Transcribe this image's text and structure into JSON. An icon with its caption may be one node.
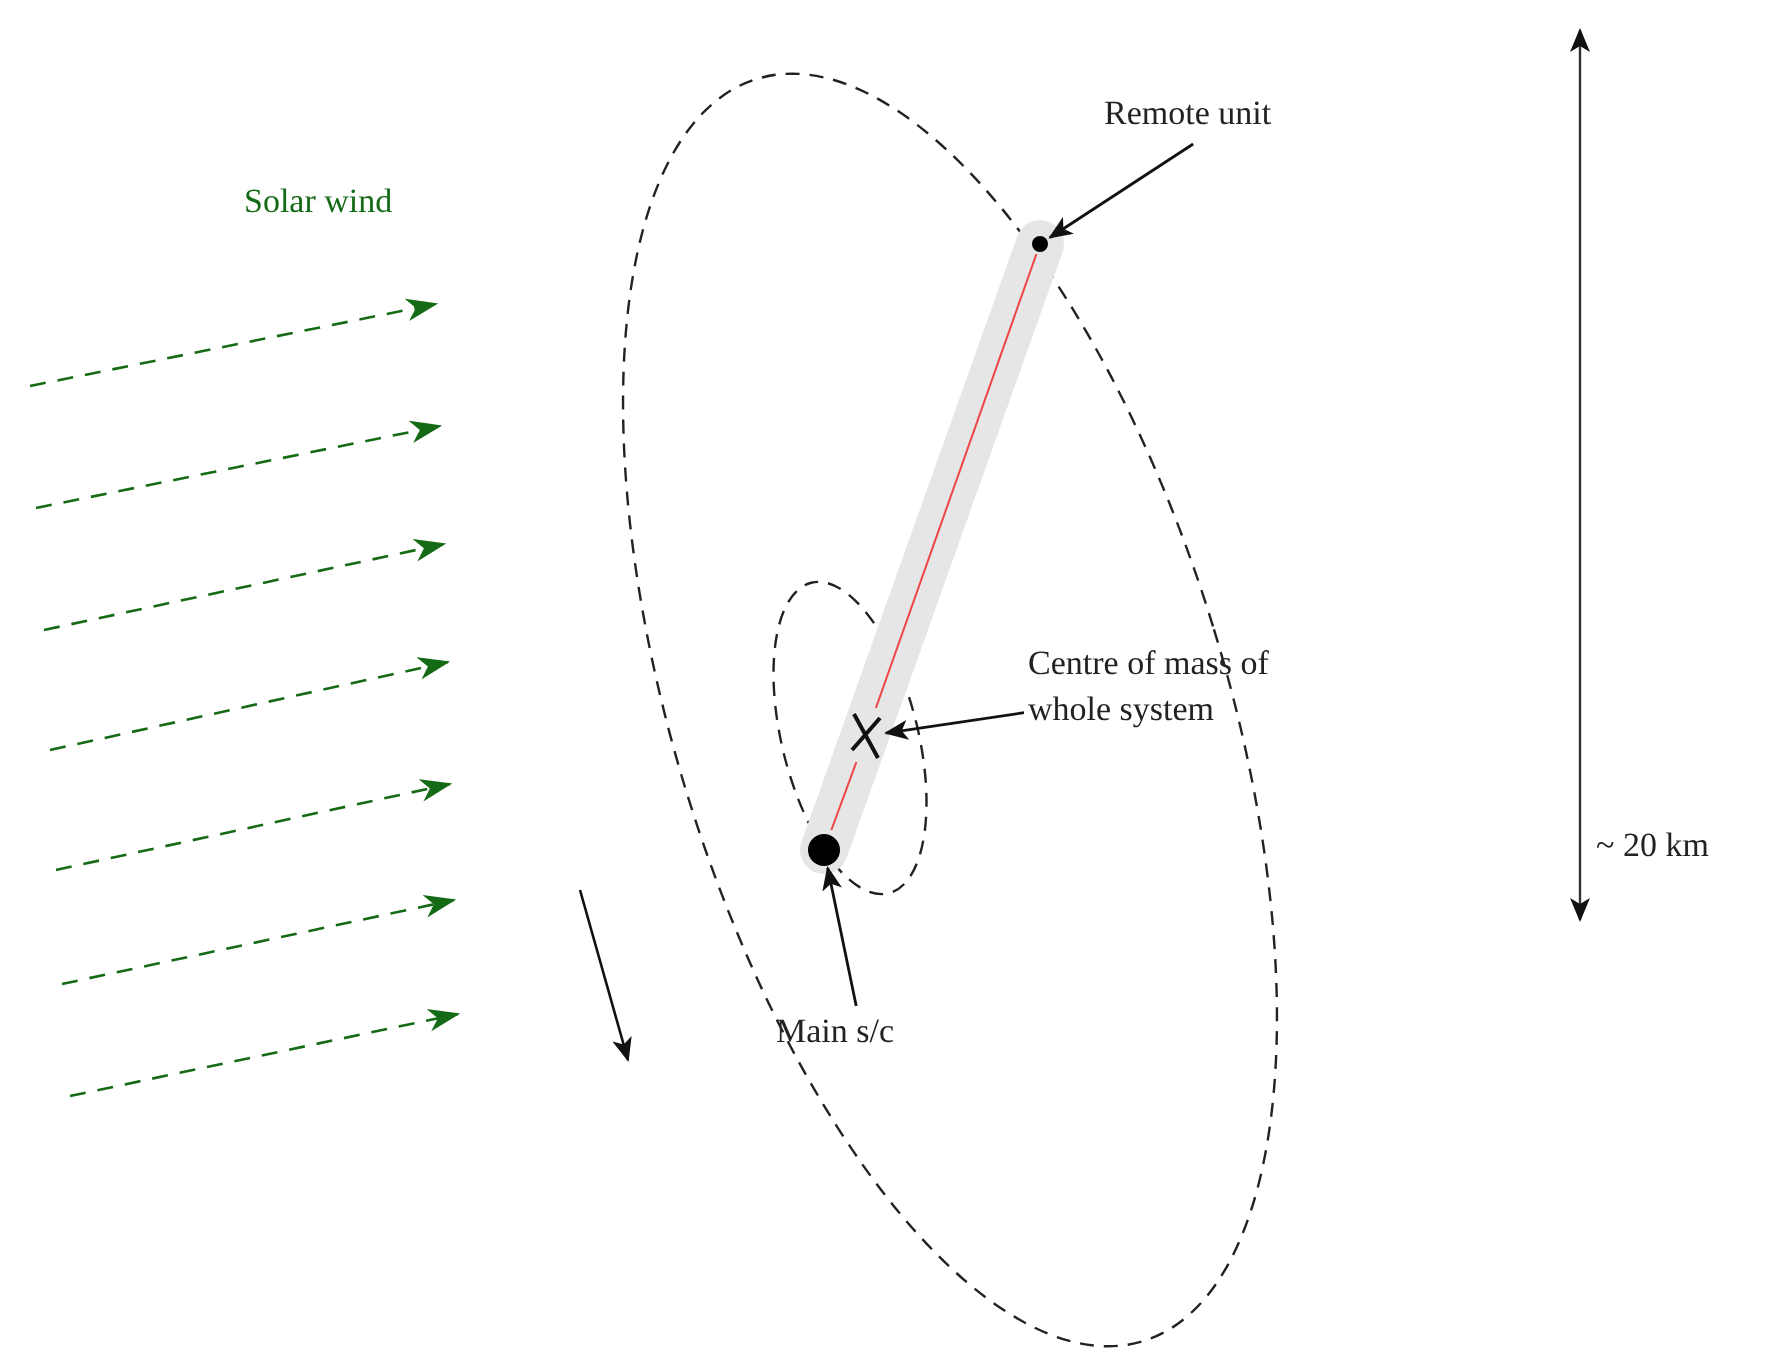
{
  "diagram": {
    "nodes": [
      {
        "text": [
          "Remote unit"
        ]
      },
      {
        "text": [],
        "shape": "circle"
      },
      {
        "text": [
          "Centre of mass of whole system"
        ]
      },
      {
        "text": [],
        "shape": "cross"
      },
      {
        "text": [
          "Main s/c"
        ]
      },
      {
        "text": [],
        "shape": "circle"
      }
    ],
    "edges": [
      {
        "from": 0,
        "to": 1,
        "arrow": "to"
      },
      {
        "from": 2,
        "to": 3,
        "arrow": "to"
      },
      {
        "from": 4,
        "to": 5,
        "arrow": "to"
      },
      {
        "from": 5,
        "to": 3,
        "arrow": "none",
        "color": "#ee4444"
      },
      {
        "from": 3,
        "to": 1,
        "arrow": "none",
        "color": "#ee4444"
      }
    ],
    "labels": [
      "Solar wind",
      "~ 20 km"
    ]
  }
}
